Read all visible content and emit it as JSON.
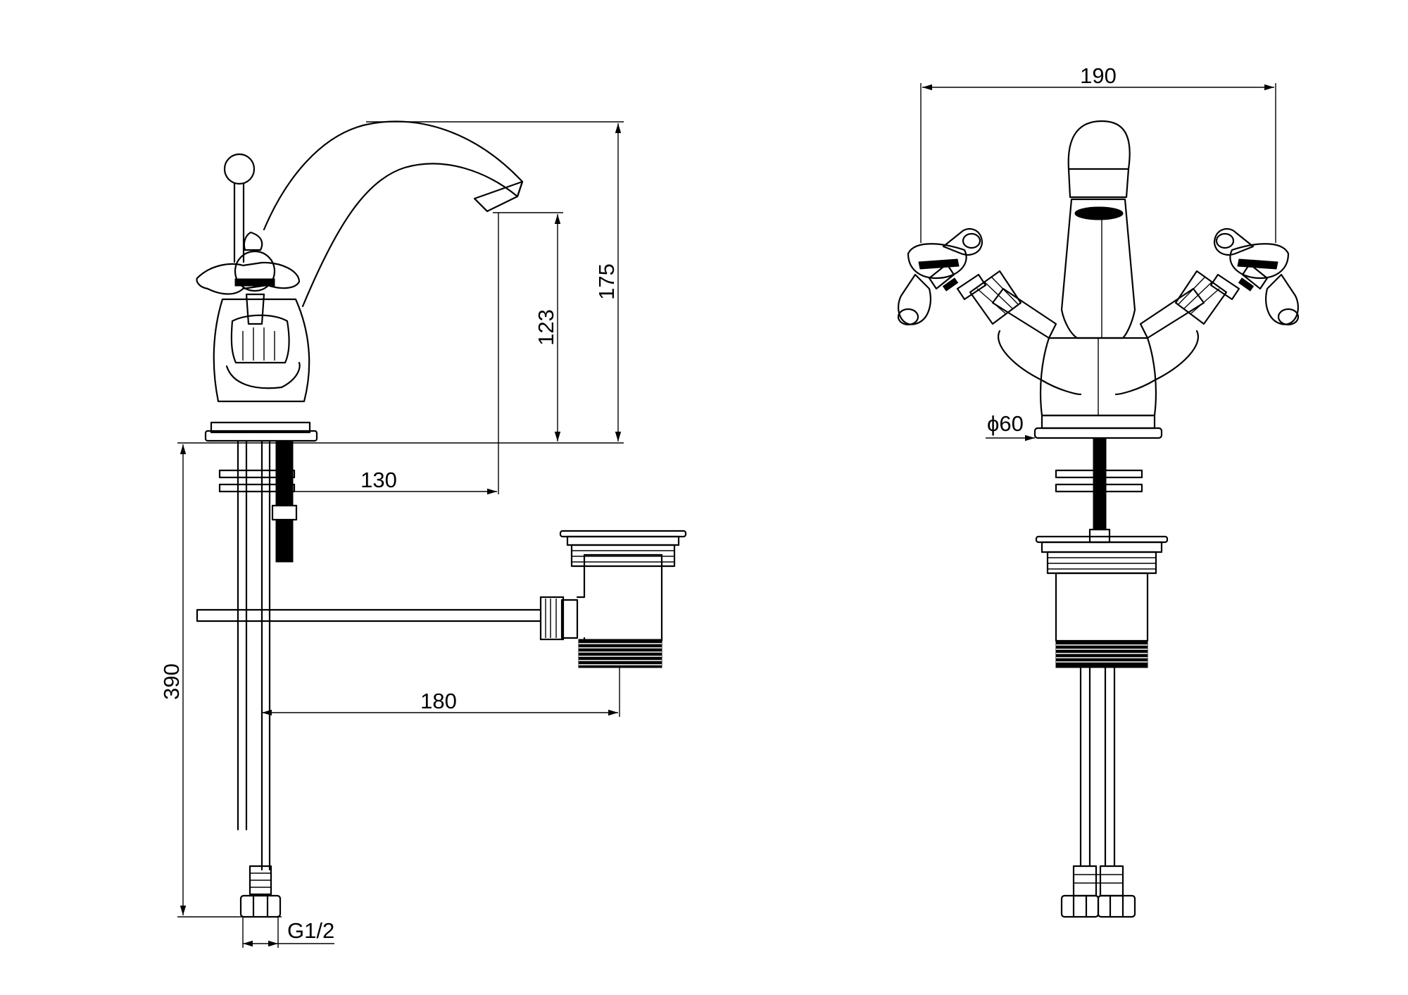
{
  "dimensions": {
    "side_view": {
      "spout_reach": "130",
      "outlet_height": "123",
      "overall_height": "175",
      "below_deck_length": "390",
      "connection_thread": "G1/2",
      "waste_offset": "180"
    },
    "front_view": {
      "overall_width": "190",
      "base_diameter": "ϕ60"
    }
  },
  "colors": {
    "line": "#000000",
    "background": "#ffffff"
  }
}
